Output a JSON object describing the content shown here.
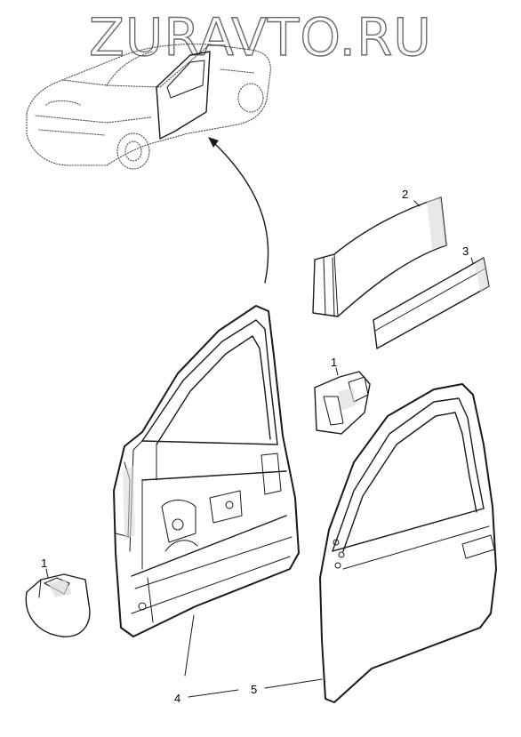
{
  "watermark": {
    "text": "ZURAVTO.RU",
    "stroke_color": "#6b6b6b",
    "fill_color": "#ffffff"
  },
  "callouts": {
    "bumper_lower": "1",
    "bumper_upper": "1",
    "panel_large": "2",
    "strip_moulding": "3",
    "door_frame": "4",
    "door_skin": "5"
  },
  "colors": {
    "ink": "#1a1a1a",
    "background": "#ffffff"
  }
}
